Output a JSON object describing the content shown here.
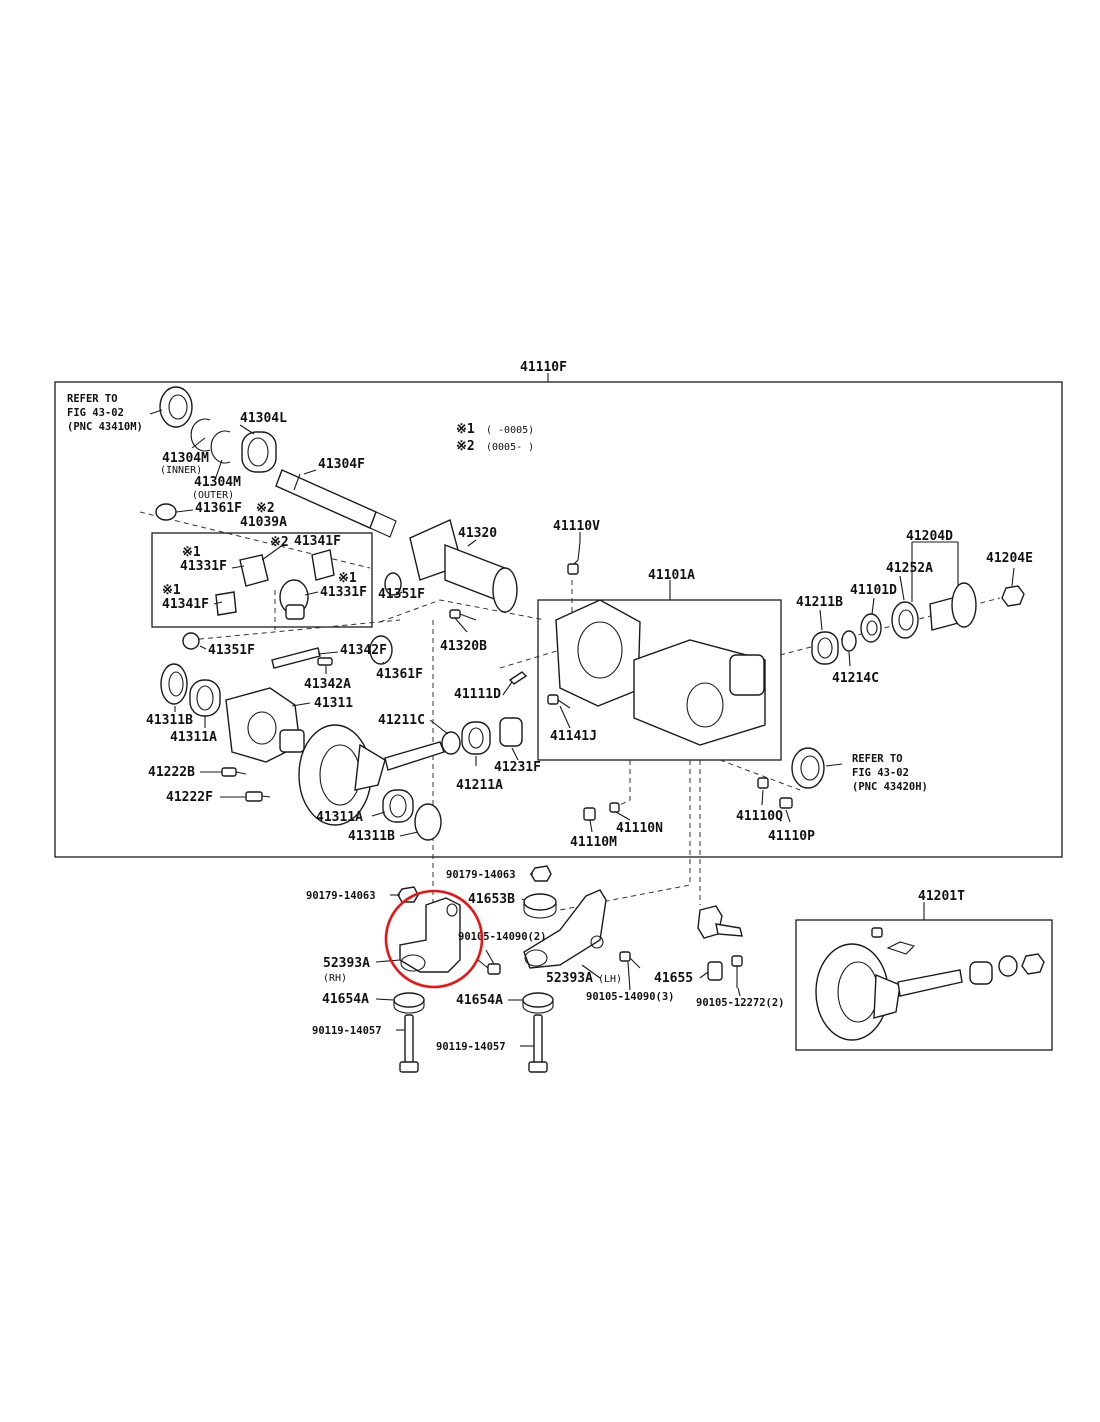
{
  "labels": {
    "assembly": "41110F",
    "refer_a_line1": "REFER TO",
    "refer_a_line2": "FIG 43-02",
    "refer_a_line3": "(PNC 43410M)",
    "p41304L": "41304L",
    "p41304M_inner": "41304M",
    "inner_note": "(INNER)",
    "p41304M_outer": "41304M",
    "outer_note": "(OUTER)",
    "p41304F": "41304F",
    "p41361F_a": "41361F",
    "note2_a": "※2",
    "p41039A": "41039A",
    "note1_a": "※1",
    "note2_b": "※2",
    "p41341F_a": "41341F",
    "p41331F_a": "41331F",
    "note1_b": "※1",
    "note1_c": "※1",
    "p41331F_b": "41331F",
    "p41341F_b": "41341F",
    "p41351F_a": "41351F",
    "p41351F_b": "41351F",
    "p41342F": "41342F",
    "p41361F_b": "41361F",
    "p41342A": "41342A",
    "p41311B_a": "41311B",
    "p41311A_a": "41311A",
    "p41311": "41311",
    "p41222B": "41222B",
    "p41222F": "41222F",
    "p41311A_b": "41311A",
    "p41311B_b": "41311B",
    "legend1_mark": "※1",
    "legend1_text": "(     -0005)",
    "legend2_mark": "※2",
    "legend2_text": "(0005-     )",
    "p41320": "41320",
    "p41320B": "41320B",
    "p41110V": "41110V",
    "p41101A": "41101A",
    "p41111D": "41111D",
    "p41141J": "41141J",
    "p41211C": "41211C",
    "p41231F": "41231F",
    "p41211A": "41211A",
    "p41204D": "41204D",
    "p41204E": "41204E",
    "p41252A": "41252A",
    "p41101D": "41101D",
    "p41211B": "41211B",
    "p41214C": "41214C",
    "refer_b_line1": "REFER TO",
    "refer_b_line2": "FIG 43-02",
    "refer_b_line3": "(PNC 43420H)",
    "p41110Q": "41110Q",
    "p41110P": "41110P",
    "p41110N": "41110N",
    "p41110M": "41110M",
    "b90179_a": "90179-14063",
    "b90179_b": "90179-14063",
    "p41653B": "41653B",
    "b90105_14090_a": "90105-14090(2)",
    "p52393A_rh": "52393A",
    "rh_note": "(RH)",
    "p52393A_lh": "52393A",
    "lh_note": "(LH)",
    "b90105_14090_b": "90105-14090(3)",
    "p41655": "41655",
    "b90105_12272": "90105-12272(2)",
    "p41654A_a": "41654A",
    "p41654A_b": "41654A",
    "b90119_a": "90119-14057",
    "b90119_b": "90119-14057",
    "p41201T": "41201T"
  },
  "highlight_color": "#e11111"
}
